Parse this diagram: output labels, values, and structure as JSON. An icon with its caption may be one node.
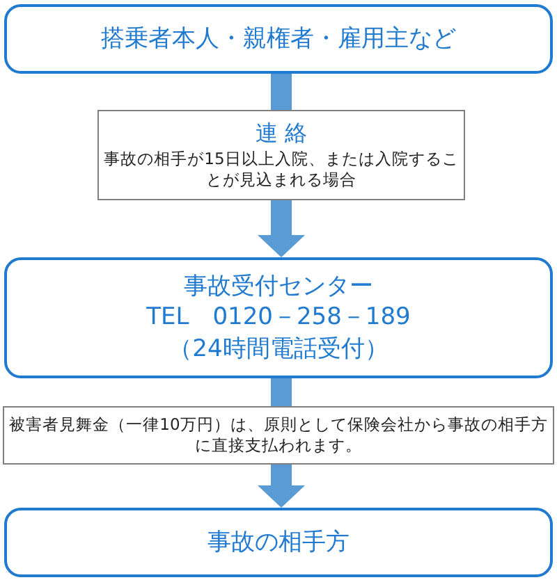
{
  "diagram": {
    "nodes": [
      {
        "text": [
          "搭乗者本人・親権者・雇用主など"
        ]
      },
      {
        "text": [
          "連 絡",
          "事故の相手が15日以上入院、または入院することが見込まれる場合"
        ]
      },
      {
        "text": [
          "事故受付センター",
          "TEL　0120－258－189",
          "（24時間電話受付）"
        ]
      },
      {
        "text": [
          "被害者見舞金（一律10万円）は、原則として保険会社から事故の相手方に直接支払われます。"
        ]
      },
      {
        "text": [
          "事故の相手方"
        ]
      }
    ],
    "edges": [
      {
        "from": 0,
        "to": 1,
        "arrow": "none"
      },
      {
        "from": 1,
        "to": 2,
        "arrow": "to"
      },
      {
        "from": 2,
        "to": 3,
        "arrow": "none"
      },
      {
        "from": 3,
        "to": 4,
        "arrow": "to"
      }
    ]
  }
}
